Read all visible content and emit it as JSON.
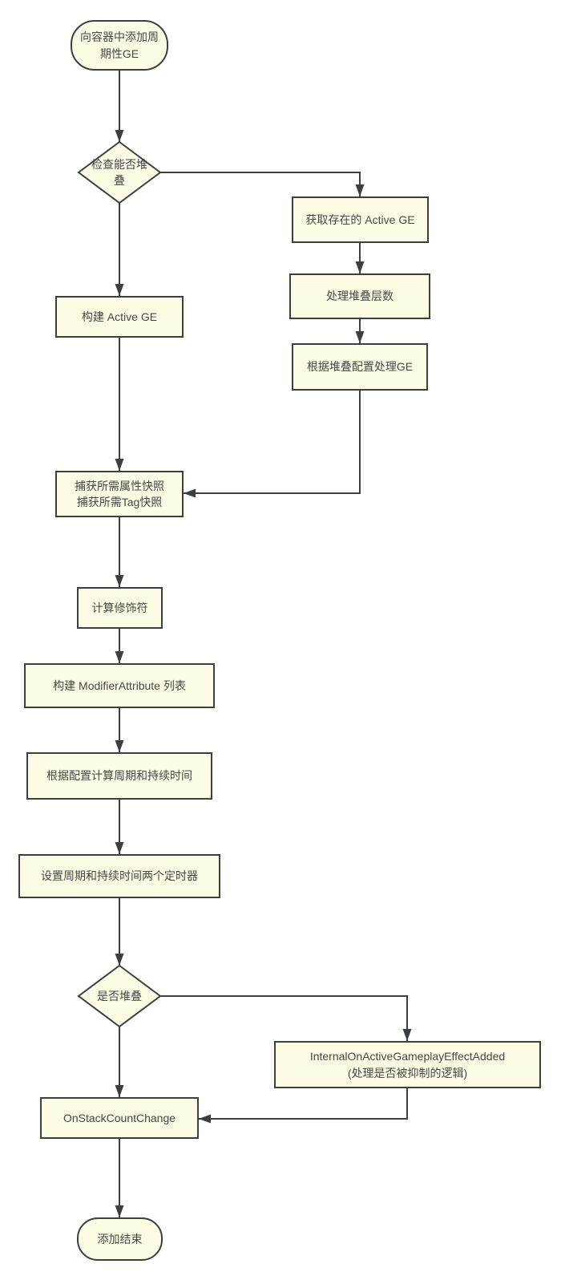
{
  "colors": {
    "node_fill": "#FCFCE4",
    "node_border": "#3C3F41",
    "edge": "#3C3F41",
    "text": "#474747",
    "background": "#FFFFFF"
  },
  "nodes": {
    "start": {
      "type": "terminator",
      "label": "向容器中添加周\n期性GE"
    },
    "check_stack": {
      "type": "decision",
      "label": "检查能否堆\n叠"
    },
    "get_active_ge": {
      "type": "process",
      "label": "获取存在的 Active GE"
    },
    "handle_stack_count": {
      "type": "process",
      "label": "处理堆叠层数"
    },
    "handle_ge_by_stack_config": {
      "type": "process",
      "label": "根据堆叠配置处理GE"
    },
    "build_active_ge": {
      "type": "process",
      "label": "构建 Active GE"
    },
    "capture_snapshots": {
      "type": "process",
      "label": "捕获所需属性快照\n捕获所需Tag快照"
    },
    "calc_modifiers": {
      "type": "process",
      "label": "计算修饰符"
    },
    "build_modifier_attribute_list": {
      "type": "process",
      "label": "构建 ModifierAttribute 列表"
    },
    "calc_period_duration": {
      "type": "process",
      "label": "根据配置计算周期和持续时间"
    },
    "set_timers": {
      "type": "process",
      "label": "设置周期和持续时间两个定时器"
    },
    "is_stacked": {
      "type": "decision",
      "label": "是否堆叠"
    },
    "internal_on_added": {
      "type": "process",
      "label": "InternalOnActiveGameplayEffectAdded\n(处理是否被抑制的逻辑)"
    },
    "on_stack_count_change": {
      "type": "process",
      "label": "OnStackCountChange"
    },
    "end": {
      "type": "terminator",
      "label": "添加结束"
    }
  },
  "edges": [
    {
      "from": "start",
      "to": "check_stack"
    },
    {
      "from": "check_stack",
      "to": "build_active_ge"
    },
    {
      "from": "check_stack",
      "to": "get_active_ge"
    },
    {
      "from": "get_active_ge",
      "to": "handle_stack_count"
    },
    {
      "from": "handle_stack_count",
      "to": "handle_ge_by_stack_config"
    },
    {
      "from": "handle_ge_by_stack_config",
      "to": "capture_snapshots"
    },
    {
      "from": "build_active_ge",
      "to": "capture_snapshots"
    },
    {
      "from": "capture_snapshots",
      "to": "calc_modifiers"
    },
    {
      "from": "calc_modifiers",
      "to": "build_modifier_attribute_list"
    },
    {
      "from": "build_modifier_attribute_list",
      "to": "calc_period_duration"
    },
    {
      "from": "calc_period_duration",
      "to": "set_timers"
    },
    {
      "from": "set_timers",
      "to": "is_stacked"
    },
    {
      "from": "is_stacked",
      "to": "on_stack_count_change"
    },
    {
      "from": "is_stacked",
      "to": "internal_on_added"
    },
    {
      "from": "internal_on_added",
      "to": "on_stack_count_change"
    },
    {
      "from": "on_stack_count_change",
      "to": "end"
    }
  ]
}
